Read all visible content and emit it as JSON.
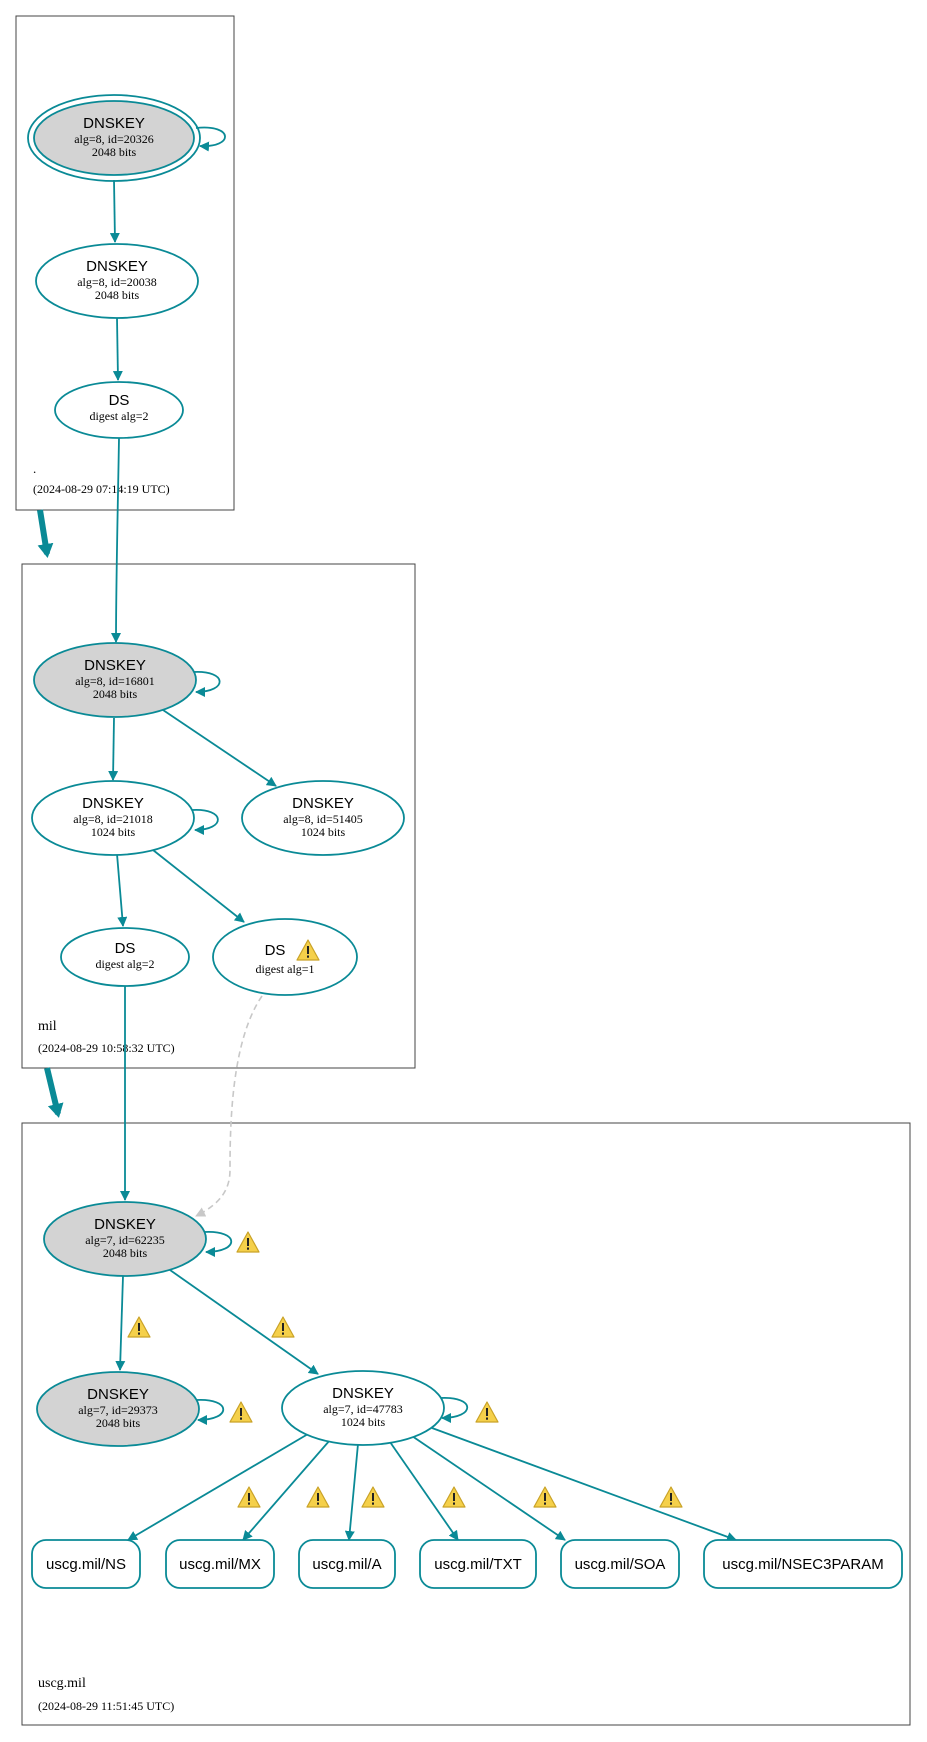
{
  "colors": {
    "edge": "#0a8a96",
    "node_fill_signing": "#d3d3d3",
    "cluster_border": "#444444",
    "warning_fill": "#f5d04a",
    "dashed_edge": "#c8c8c8"
  },
  "zones": [
    {
      "id": "root",
      "name": ".",
      "timestamp": "(2024-08-29 07:14:19 UTC)"
    },
    {
      "id": "mil",
      "name": "mil",
      "timestamp": "(2024-08-29 10:58:32 UTC)"
    },
    {
      "id": "uscg",
      "name": "uscg.mil",
      "timestamp": "(2024-08-29 11:51:45 UTC)"
    }
  ],
  "nodes": {
    "root_ksk": {
      "title": "DNSKEY",
      "line1": "alg=8, id=20326",
      "line2": "2048 bits"
    },
    "root_zsk": {
      "title": "DNSKEY",
      "line1": "alg=8, id=20038",
      "line2": "2048 bits"
    },
    "root_ds": {
      "title": "DS",
      "line1": "digest alg=2"
    },
    "mil_ksk": {
      "title": "DNSKEY",
      "line1": "alg=8, id=16801",
      "line2": "2048 bits"
    },
    "mil_zsk1": {
      "title": "DNSKEY",
      "line1": "alg=8, id=21018",
      "line2": "1024 bits"
    },
    "mil_zsk2": {
      "title": "DNSKEY",
      "line1": "alg=8, id=51405",
      "line2": "1024 bits"
    },
    "mil_ds2": {
      "title": "DS",
      "line1": "digest alg=2"
    },
    "mil_ds1": {
      "title": "DS",
      "line1": "digest alg=1"
    },
    "uscg_ksk": {
      "title": "DNSKEY",
      "line1": "alg=7, id=62235",
      "line2": "2048 bits"
    },
    "uscg_ksk2": {
      "title": "DNSKEY",
      "line1": "alg=7, id=29373",
      "line2": "2048 bits"
    },
    "uscg_zsk": {
      "title": "DNSKEY",
      "line1": "alg=7, id=47783",
      "line2": "1024 bits"
    }
  },
  "rrsets": [
    {
      "id": "ns",
      "label": "uscg.mil/NS"
    },
    {
      "id": "mx",
      "label": "uscg.mil/MX"
    },
    {
      "id": "a",
      "label": "uscg.mil/A"
    },
    {
      "id": "txt",
      "label": "uscg.mil/TXT"
    },
    {
      "id": "soa",
      "label": "uscg.mil/SOA"
    },
    {
      "id": "nsec3param",
      "label": "uscg.mil/NSEC3PARAM"
    }
  ],
  "edges": [
    {
      "from": "root_ksk",
      "to": "root_zsk",
      "warning": false
    },
    {
      "from": "root_zsk",
      "to": "root_ds",
      "warning": false
    },
    {
      "from": "root_ds",
      "to": "mil_ksk",
      "warning": false
    },
    {
      "from": "mil_ksk",
      "to": "mil_zsk1",
      "warning": false
    },
    {
      "from": "mil_ksk",
      "to": "mil_zsk2",
      "warning": false
    },
    {
      "from": "mil_zsk1",
      "to": "mil_ds2",
      "warning": false
    },
    {
      "from": "mil_zsk1",
      "to": "mil_ds1",
      "warning": false
    },
    {
      "from": "mil_ds2",
      "to": "uscg_ksk",
      "warning": false
    },
    {
      "from": "mil_ds1",
      "to": "uscg_ksk",
      "warning": false,
      "dashed": true
    },
    {
      "from": "uscg_ksk",
      "to": "uscg_ksk2",
      "warning": true
    },
    {
      "from": "uscg_ksk",
      "to": "uscg_zsk",
      "warning": true
    },
    {
      "from": "uscg_zsk",
      "to": "ns",
      "warning": true
    },
    {
      "from": "uscg_zsk",
      "to": "mx",
      "warning": true
    },
    {
      "from": "uscg_zsk",
      "to": "a",
      "warning": true
    },
    {
      "from": "uscg_zsk",
      "to": "txt",
      "warning": true
    },
    {
      "from": "uscg_zsk",
      "to": "soa",
      "warning": true
    },
    {
      "from": "uscg_zsk",
      "to": "nsec3param",
      "warning": true
    }
  ],
  "self_signed": [
    "root_ksk",
    "mil_ksk",
    "mil_zsk1",
    "uscg_ksk",
    "uscg_ksk2",
    "uscg_zsk"
  ]
}
